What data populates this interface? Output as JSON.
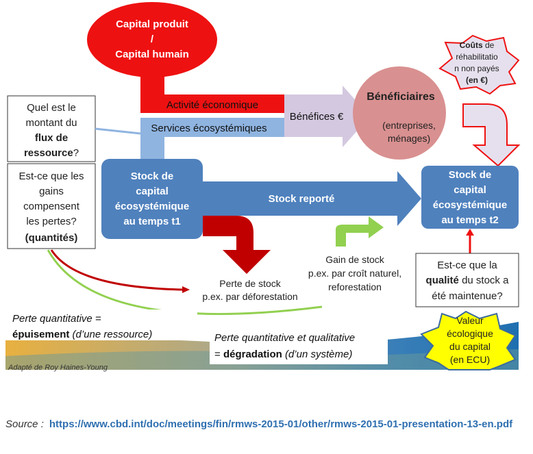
{
  "diagram": {
    "capital_produit": [
      "Capital produit",
      "/",
      "Capital humain"
    ],
    "activite": "Activité économique",
    "services": "Services écosystémiques",
    "benefices": "Bénéfices €",
    "beneficiaires": "Bénéficiaires",
    "beneficiaires_sub": [
      "(entreprises,",
      "ménages)"
    ],
    "couts": [
      "Coûts",
      "de",
      "réhabilitatio",
      "n non payés",
      "(en €)"
    ],
    "question_flux": [
      "Quel est le",
      "montant du",
      "flux de",
      "ressource",
      "?"
    ],
    "question_gains": [
      "Est-ce que les",
      "gains",
      "compensent",
      "les  pertes?",
      "(quantités)"
    ],
    "stock_t1": [
      "Stock de",
      "capital",
      "écosystémique",
      "au temps t1"
    ],
    "stock_reporte": "Stock reporté",
    "stock_t2": [
      "Stock de",
      "capital",
      "écosystémique",
      "au temps t2"
    ],
    "perte_stock": [
      "Perte de stock",
      "p.ex. par déforestation"
    ],
    "gain_stock": [
      "Gain de stock",
      "p.ex. par croît naturel,",
      "reforestation"
    ],
    "question_qualite": [
      "Est-ce que la",
      "qualité",
      "du stock a",
      "été maintenue?"
    ],
    "perte_quant": [
      "Perte quantitative =",
      "épuisement",
      "(d’une ressource)"
    ],
    "perte_qual": [
      "Perte quantitative et qualitative",
      "= ",
      "dégradation",
      "(d’un système)"
    ],
    "valeur": [
      "Valeur",
      "écologique",
      "du capital",
      "(en ECU)"
    ],
    "credit": "Adapté  de Roy Haines-Young"
  },
  "source": {
    "label": "Source  :",
    "url": "https://www.cbd.int/doc/meetings/fin/rmws-2015-01/other/rmws-2015-01-presentation-13-en.pdf"
  }
}
